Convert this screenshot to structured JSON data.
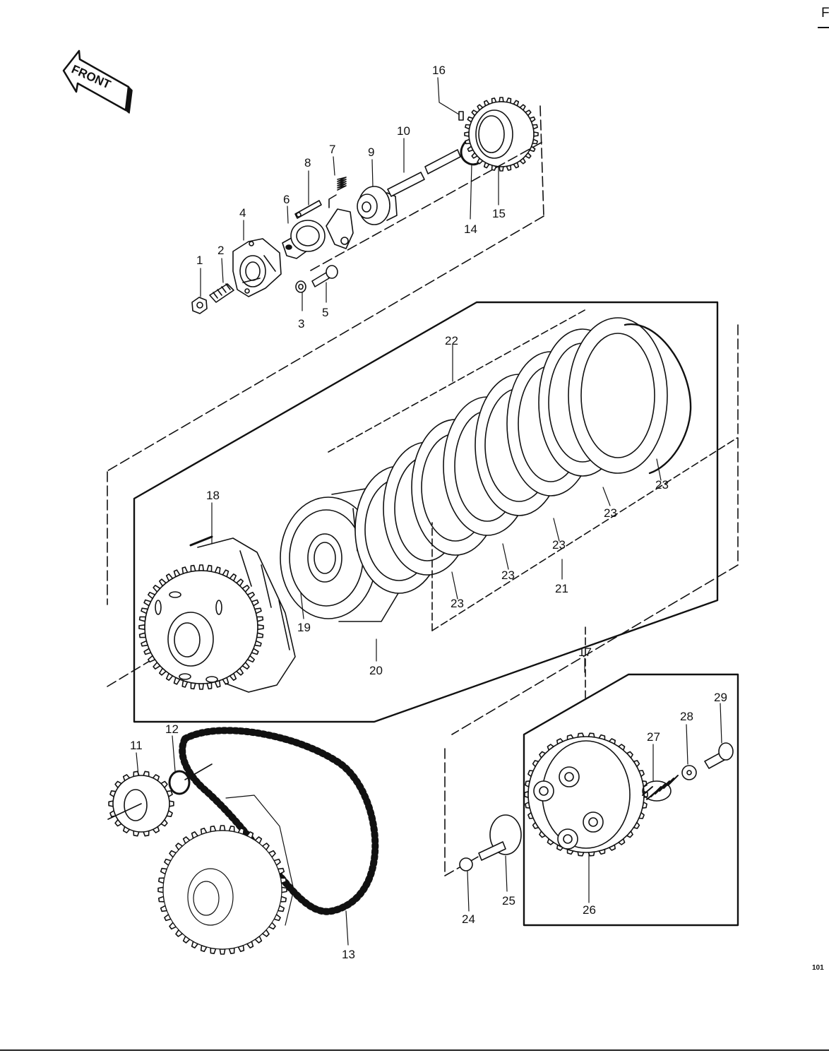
{
  "front_badge": {
    "label": "FRONT"
  },
  "corner": {
    "letter": "F",
    "code": "101"
  },
  "callouts": [
    {
      "id": "1",
      "text": "1"
    },
    {
      "id": "2",
      "text": "2"
    },
    {
      "id": "3",
      "text": "3"
    },
    {
      "id": "4",
      "text": "4"
    },
    {
      "id": "5",
      "text": "5"
    },
    {
      "id": "6",
      "text": "6"
    },
    {
      "id": "7",
      "text": "7"
    },
    {
      "id": "8",
      "text": "8"
    },
    {
      "id": "9",
      "text": "9"
    },
    {
      "id": "10",
      "text": "10"
    },
    {
      "id": "11",
      "text": "11"
    },
    {
      "id": "12",
      "text": "12"
    },
    {
      "id": "13",
      "text": "13"
    },
    {
      "id": "14",
      "text": "14"
    },
    {
      "id": "15",
      "text": "15"
    },
    {
      "id": "16",
      "text": "16"
    },
    {
      "id": "17",
      "text": "17"
    },
    {
      "id": "18",
      "text": "18"
    },
    {
      "id": "19",
      "text": "19"
    },
    {
      "id": "20",
      "text": "20"
    },
    {
      "id": "21",
      "text": "21"
    },
    {
      "id": "22",
      "text": "22"
    },
    {
      "id": "23a",
      "text": "23"
    },
    {
      "id": "23b",
      "text": "23"
    },
    {
      "id": "23c",
      "text": "23"
    },
    {
      "id": "23d",
      "text": "23"
    },
    {
      "id": "23e",
      "text": "23"
    },
    {
      "id": "24",
      "text": "24"
    },
    {
      "id": "25",
      "text": "25"
    },
    {
      "id": "26",
      "text": "26"
    },
    {
      "id": "27",
      "text": "27"
    },
    {
      "id": "28",
      "text": "28"
    },
    {
      "id": "29",
      "text": "29"
    }
  ]
}
